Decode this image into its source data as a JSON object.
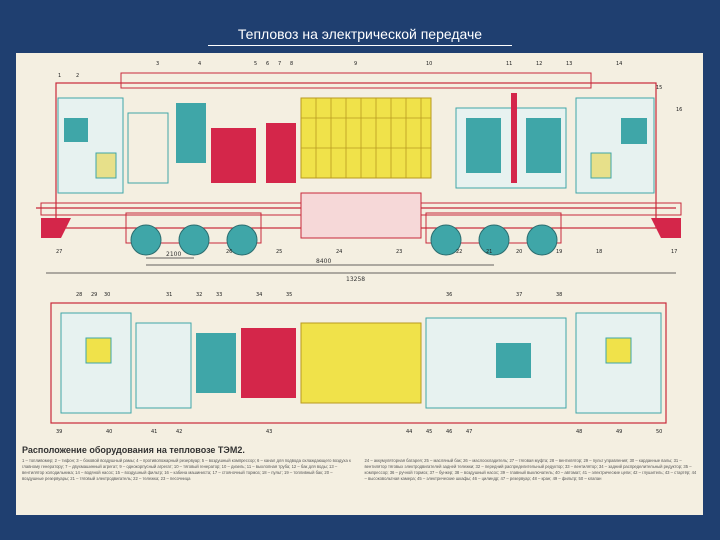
{
  "slide": {
    "title": "Тепловоз на электрической передаче"
  },
  "diagram": {
    "side_view_dimensions": [
      "2100",
      "8400",
      "13258"
    ],
    "side_view_callouts": [
      "1",
      "2",
      "3",
      "4",
      "5",
      "6",
      "7",
      "8",
      "9",
      "10",
      "11",
      "12",
      "13",
      "14",
      "15",
      "16",
      "17",
      "18",
      "19",
      "20",
      "21",
      "22",
      "23",
      "24",
      "25",
      "26",
      "27"
    ],
    "plan_view_callouts": [
      "28",
      "29",
      "30",
      "31",
      "32",
      "33",
      "34",
      "35",
      "36",
      "37",
      "38",
      "39",
      "40",
      "41",
      "42",
      "43",
      "44",
      "45",
      "46",
      "47",
      "48",
      "49",
      "50"
    ],
    "legend_title": "Расположение оборудования на тепловозе ТЭМ2.",
    "legend_left": "1 – топливомер; 2 – тифон; 3 – боковой воздушный рамы; 4 – противопожарный резервуар; 5 – воздушный компрессор; 6 – канал для подвода охлаждающего воздуха к главному генератору; 7 – двухмашинный агрегат; 9 – однокорпусный агрегат; 10 – тяговый генератор; 10 – дизель; 11 – выхлопная труба; 12 – бак для воды; 13 – вентилятор холодильника; 14 – водяной насос; 15 – воздушный фильтр; 16 – кабина машиниста; 17 – стояночный тормоз; 18 – пульт; 19 – топливный бак; 20 – воздушные резервуары; 21 – тяговый электродвигатель; 22 – тележка; 23 – песочница",
    "legend_right": "24 – аккумуляторная батарея; 25 – масляный бак; 26 – маслоохладитель; 27 – тяговая муфта; 28 – вентилятор; 29 – пульт управления; 30 – карданные валы; 31 – вентилятор тяговых электродвигателей задней тележки; 32 – передний распределительный редуктор; 33 – вентилятор; 34 – задний распределительный редуктор; 35 – компрессор; 36 – ручной тормоз; 37 – бункер; 38 – воздушный насос; 39 – главный выключатель; 40 – автомат; 41 – электрические цепи; 42 – глушитель; 43 – стартёр; 44 – высоковольтная камера; 45 – электрические шкафы; 46 – цилиндр; 47 – резервуар; 48 – кран; 49 – фильтр; 50 – клапан"
  },
  "colors": {
    "background": "#1f3f70",
    "plate": "#f4efe1",
    "body_outline": "#c8283a",
    "diesel": "#f0e24a",
    "generator": "#d4264a",
    "equipment": "#3fa6a8",
    "dimension_lines": "#333333"
  }
}
